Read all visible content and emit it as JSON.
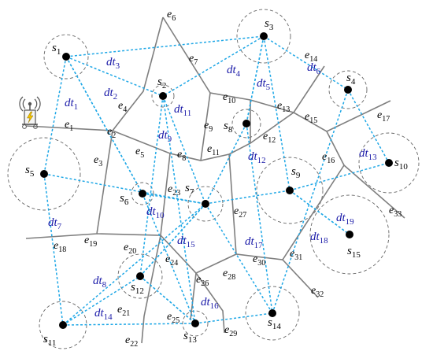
{
  "sensors": [
    {
      "id": "s1",
      "base": "s",
      "sub": "1"
    },
    {
      "id": "s2",
      "base": "s",
      "sub": "2"
    },
    {
      "id": "s3",
      "base": "s",
      "sub": "3"
    },
    {
      "id": "s4",
      "base": "s",
      "sub": "4"
    },
    {
      "id": "s5",
      "base": "s",
      "sub": "5"
    },
    {
      "id": "s6",
      "base": "s",
      "sub": "6"
    },
    {
      "id": "s7",
      "base": "s",
      "sub": "7"
    },
    {
      "id": "s8",
      "base": "s",
      "sub": "8"
    },
    {
      "id": "s9",
      "base": "s",
      "sub": "9"
    },
    {
      "id": "s10",
      "base": "s",
      "sub": "10"
    },
    {
      "id": "s11",
      "base": "s",
      "sub": "11"
    },
    {
      "id": "s12",
      "base": "s",
      "sub": "12"
    },
    {
      "id": "s13",
      "base": "s",
      "sub": "13"
    },
    {
      "id": "s14",
      "base": "s",
      "sub": "14"
    },
    {
      "id": "s15",
      "base": "s",
      "sub": "15"
    }
  ],
  "links": [
    {
      "id": "dt1",
      "base": "dt",
      "sub": "1"
    },
    {
      "id": "dt2",
      "base": "dt",
      "sub": "2"
    },
    {
      "id": "dt3",
      "base": "dt",
      "sub": "3"
    },
    {
      "id": "dt4",
      "base": "dt",
      "sub": "4"
    },
    {
      "id": "dt5",
      "base": "dt",
      "sub": "5"
    },
    {
      "id": "dt6",
      "base": "dt",
      "sub": "6"
    },
    {
      "id": "dt7",
      "base": "dt",
      "sub": "7"
    },
    {
      "id": "dt8",
      "base": "dt",
      "sub": "8"
    },
    {
      "id": "dt9",
      "base": "dt",
      "sub": "9"
    },
    {
      "id": "dt10",
      "base": "dt",
      "sub": "10"
    },
    {
      "id": "dt11",
      "base": "dt",
      "sub": "11"
    },
    {
      "id": "dt12",
      "base": "dt",
      "sub": "12"
    },
    {
      "id": "dt13",
      "base": "dt",
      "sub": "13"
    },
    {
      "id": "dt14",
      "base": "dt",
      "sub": "14"
    },
    {
      "id": "dt15",
      "base": "dt",
      "sub": "15"
    },
    {
      "id": "dt16",
      "base": "dt",
      "sub": "16"
    },
    {
      "id": "dt17",
      "base": "dt",
      "sub": "17"
    },
    {
      "id": "dt18",
      "base": "dt",
      "sub": "18"
    },
    {
      "id": "dt19",
      "base": "dt",
      "sub": "19"
    }
  ],
  "edges": [
    {
      "id": "e1",
      "base": "e",
      "sub": "1"
    },
    {
      "id": "e2",
      "base": "e",
      "sub": "2"
    },
    {
      "id": "e3",
      "base": "e",
      "sub": "3"
    },
    {
      "id": "e4",
      "base": "e",
      "sub": "4"
    },
    {
      "id": "e5",
      "base": "e",
      "sub": "5"
    },
    {
      "id": "e6",
      "base": "e",
      "sub": "6"
    },
    {
      "id": "e7",
      "base": "e",
      "sub": "7"
    },
    {
      "id": "e8",
      "base": "e",
      "sub": "8"
    },
    {
      "id": "e9",
      "base": "e",
      "sub": "9"
    },
    {
      "id": "e10",
      "base": "e",
      "sub": "10"
    },
    {
      "id": "e11",
      "base": "e",
      "sub": "11"
    },
    {
      "id": "e12",
      "base": "e",
      "sub": "12"
    },
    {
      "id": "e13",
      "base": "e",
      "sub": "13"
    },
    {
      "id": "e14",
      "base": "e",
      "sub": "14"
    },
    {
      "id": "e15",
      "base": "e",
      "sub": "15"
    },
    {
      "id": "e16",
      "base": "e",
      "sub": "16"
    },
    {
      "id": "e17",
      "base": "e",
      "sub": "17"
    },
    {
      "id": "e18",
      "base": "e",
      "sub": "18"
    },
    {
      "id": "e19",
      "base": "e",
      "sub": "19"
    },
    {
      "id": "e20",
      "base": "e",
      "sub": "20"
    },
    {
      "id": "e21",
      "base": "e",
      "sub": "21"
    },
    {
      "id": "e22",
      "base": "e",
      "sub": "22"
    },
    {
      "id": "e23",
      "base": "e",
      "sub": "23"
    },
    {
      "id": "e24",
      "base": "e",
      "sub": "24"
    },
    {
      "id": "e25",
      "base": "e",
      "sub": "25"
    },
    {
      "id": "e26",
      "base": "e",
      "sub": "26"
    },
    {
      "id": "e27",
      "base": "e",
      "sub": "27"
    },
    {
      "id": "e28",
      "base": "e",
      "sub": "28"
    },
    {
      "id": "e29",
      "base": "e",
      "sub": "29"
    },
    {
      "id": "e30",
      "base": "e",
      "sub": "30"
    },
    {
      "id": "e31",
      "base": "e",
      "sub": "31"
    },
    {
      "id": "e32",
      "base": "e",
      "sub": "32"
    },
    {
      "id": "e33",
      "base": "e",
      "sub": "33"
    }
  ],
  "colors": {
    "road": "#7f7f7f",
    "link": "#1ea7e6",
    "link_label": "#1a1aa8",
    "range": "#666666",
    "node": "#000000"
  },
  "icons": {
    "base_station": "antenna-tower-icon"
  }
}
